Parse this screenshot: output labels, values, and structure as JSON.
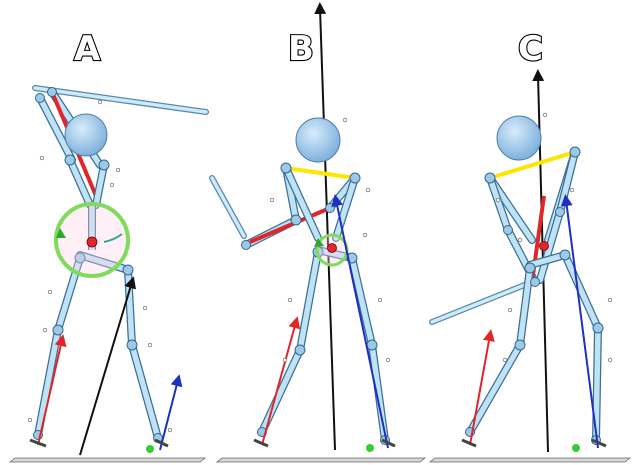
{
  "panels": [
    {
      "id": "A",
      "label": "A"
    },
    {
      "id": "B",
      "label": "B"
    },
    {
      "id": "C",
      "label": "C"
    }
  ],
  "colors": {
    "skeleton_fill": "#bfe3f5",
    "skeleton_stroke": "#3a6f96",
    "head": "#9cc6ea",
    "force_red": "#e0262a",
    "force_blue": "#1f2fbf",
    "force_black": "#111111",
    "shoulder_yellow": "#ffe600",
    "rotation_ring": "#7fdc5a",
    "center_of_mass": "#e0262a",
    "contact_point": "#33cc33"
  },
  "elements": {
    "skeleton": "golf-swing-skeleton",
    "head": "head-sphere",
    "rotation_indicator": "pelvis-rotation-ring",
    "ground_reaction": "ground-reaction-force-vector"
  }
}
